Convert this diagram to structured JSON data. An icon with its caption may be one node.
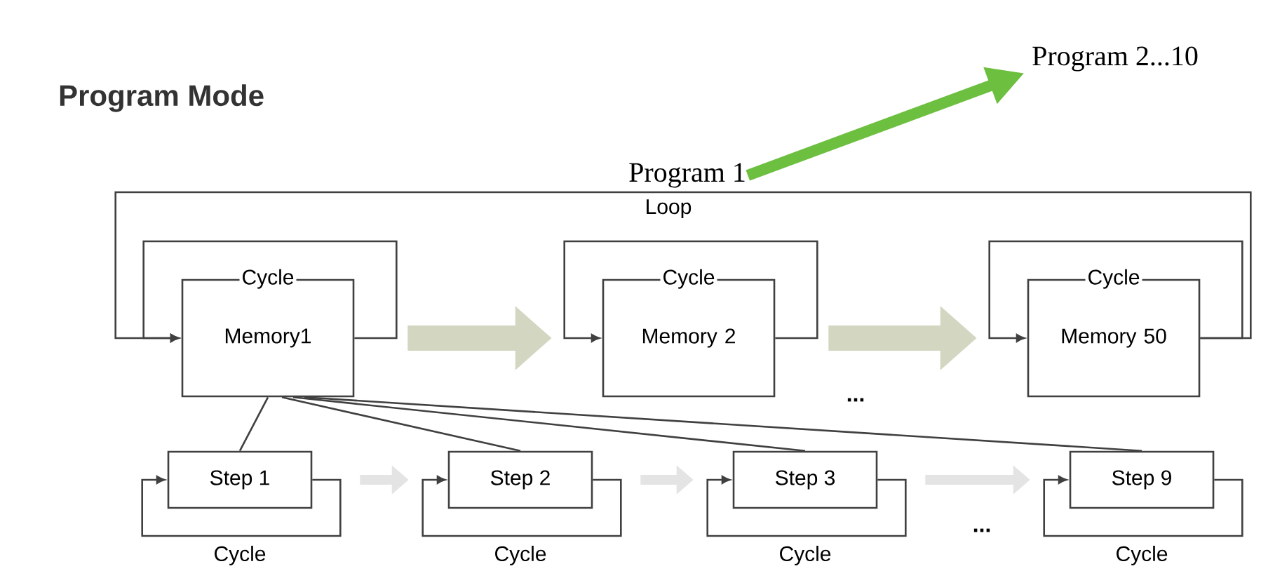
{
  "diagram": {
    "title": "Program Mode",
    "nodes": [
      {
        "text": [
          "Program 1"
        ]
      },
      {
        "text": [
          "Program 2...10"
        ]
      },
      {
        "text": [
          "Memory1"
        ]
      },
      {
        "text": [
          "Memory 2"
        ]
      },
      {
        "text": [
          "Memory 50"
        ]
      },
      {
        "text": [
          "Step 1"
        ]
      },
      {
        "text": [
          "Step 2"
        ]
      },
      {
        "text": [
          "Step 3"
        ]
      },
      {
        "text": [
          "Step 9"
        ]
      }
    ],
    "edges": [
      {
        "from": 0,
        "to": 1,
        "arrow": "to",
        "style": "thick",
        "color": "#6cbf3f"
      },
      {
        "from": 4,
        "to": 2,
        "arrow": "to",
        "label": "Loop"
      },
      {
        "from": 2,
        "to": 2,
        "arrow": "to",
        "label": "Cycle"
      },
      {
        "from": 3,
        "to": 3,
        "arrow": "to",
        "label": "Cycle"
      },
      {
        "from": 4,
        "to": 4,
        "arrow": "to",
        "label": "Cycle"
      },
      {
        "from": 2,
        "to": 3,
        "arrow": "to",
        "style": "thick",
        "color": "#d3d7c2"
      },
      {
        "from": 3,
        "to": 4,
        "arrow": "to",
        "style": "thick",
        "color": "#d3d7c2"
      },
      {
        "from": 2,
        "to": 5,
        "arrow": "none"
      },
      {
        "from": 2,
        "to": 6,
        "arrow": "none"
      },
      {
        "from": 2,
        "to": 7,
        "arrow": "none"
      },
      {
        "from": 2,
        "to": 8,
        "arrow": "none"
      },
      {
        "from": 5,
        "to": 5,
        "arrow": "to",
        "label": "Cycle"
      },
      {
        "from": 6,
        "to": 6,
        "arrow": "to",
        "label": "Cycle"
      },
      {
        "from": 7,
        "to": 7,
        "arrow": "to",
        "label": "Cycle"
      },
      {
        "from": 8,
        "to": 8,
        "arrow": "to",
        "label": "Cycle"
      },
      {
        "from": 5,
        "to": 6,
        "arrow": "to",
        "style": "thick",
        "color": "#e4e4e4"
      },
      {
        "from": 6,
        "to": 7,
        "arrow": "to",
        "style": "thick",
        "color": "#e4e4e4"
      },
      {
        "from": 7,
        "to": 8,
        "arrow": "to",
        "style": "thick",
        "color": "#e4e4e4"
      }
    ],
    "labels": [
      "...",
      "..."
    ]
  }
}
